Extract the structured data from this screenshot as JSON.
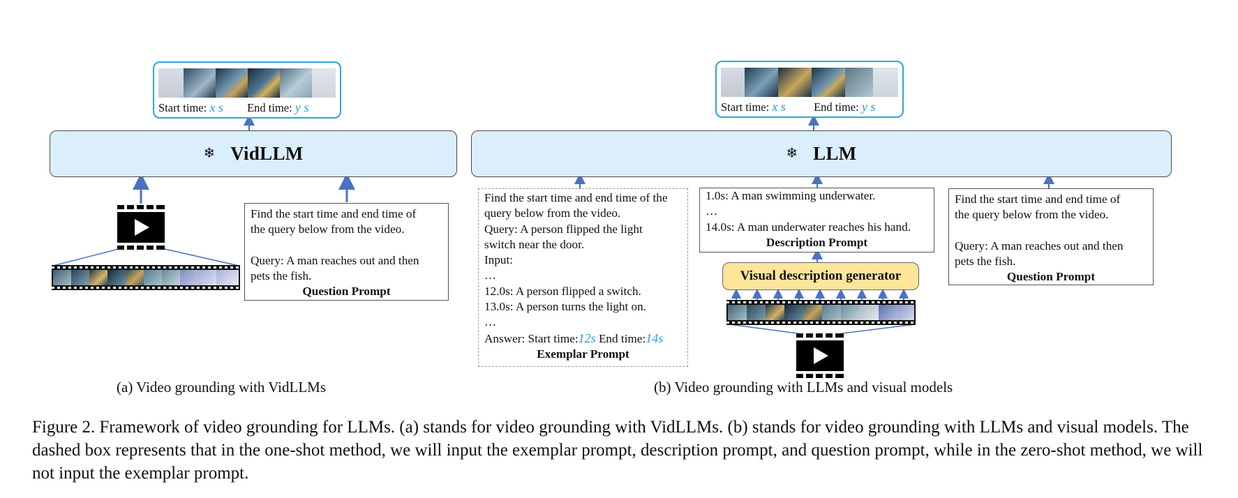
{
  "left": {
    "model_label": "VidLLM",
    "output": {
      "start_label": "Start time:",
      "start_var": "x s",
      "end_label": "End time:",
      "end_var": "y s"
    },
    "question_prompt": {
      "lines": [
        "Find the start time and end time of",
        "the query below from the video.",
        "",
        "Query: A man reaches out and then",
        "pets the fish."
      ],
      "title": "Question Prompt"
    },
    "sub_caption": "(a) Video grounding with VidLLMs"
  },
  "right": {
    "model_label": "LLM",
    "output": {
      "start_label": "Start time:",
      "start_var": "x s",
      "end_label": "End time:",
      "end_var": "y s"
    },
    "exemplar_prompt": {
      "lines": [
        "Find the start time and end time of the",
        "query below from the video.",
        "Query: A person flipped the light",
        "switch near the door.",
        "Input:",
        "…",
        "12.0s: A person flipped a switch.",
        "13.0s: A person turns the light on.",
        "…"
      ],
      "answer_prefix": "Answer: Start time:",
      "answer_start": "12s",
      "answer_mid": " End time:",
      "answer_end": "14s",
      "title": "Exemplar Prompt"
    },
    "description_prompt": {
      "lines": [
        "1.0s: A man swimming underwater.",
        "…",
        "14.0s: A man underwater reaches his hand."
      ],
      "title": "Description Prompt"
    },
    "generator_label": "Visual description generator",
    "question_prompt": {
      "lines": [
        "Find the start time and end time of",
        "the query below from the video.",
        "",
        "Query: A man reaches out and then",
        "pets the fish."
      ],
      "title": "Question Prompt"
    },
    "sub_caption": "(b) Video grounding with LLMs and visual models"
  },
  "icons": {
    "frozen": "snowflake-icon",
    "video": "video-play-icon"
  },
  "colors": {
    "model_fill": "#dbeefc",
    "generator_fill": "#fde59a",
    "output_border": "#2aa7d6",
    "arrow": "#4a72c4",
    "variable": "#1f9fd1"
  },
  "figure_caption": "Figure 2. Framework of video grounding for LLMs. (a) stands for video grounding with VidLLMs. (b) stands for video grounding with LLMs and visual models. The dashed box represents that in the one-shot method, we will input the exemplar prompt, description prompt, and question prompt, while in the zero-shot method, we will not input the exemplar prompt."
}
